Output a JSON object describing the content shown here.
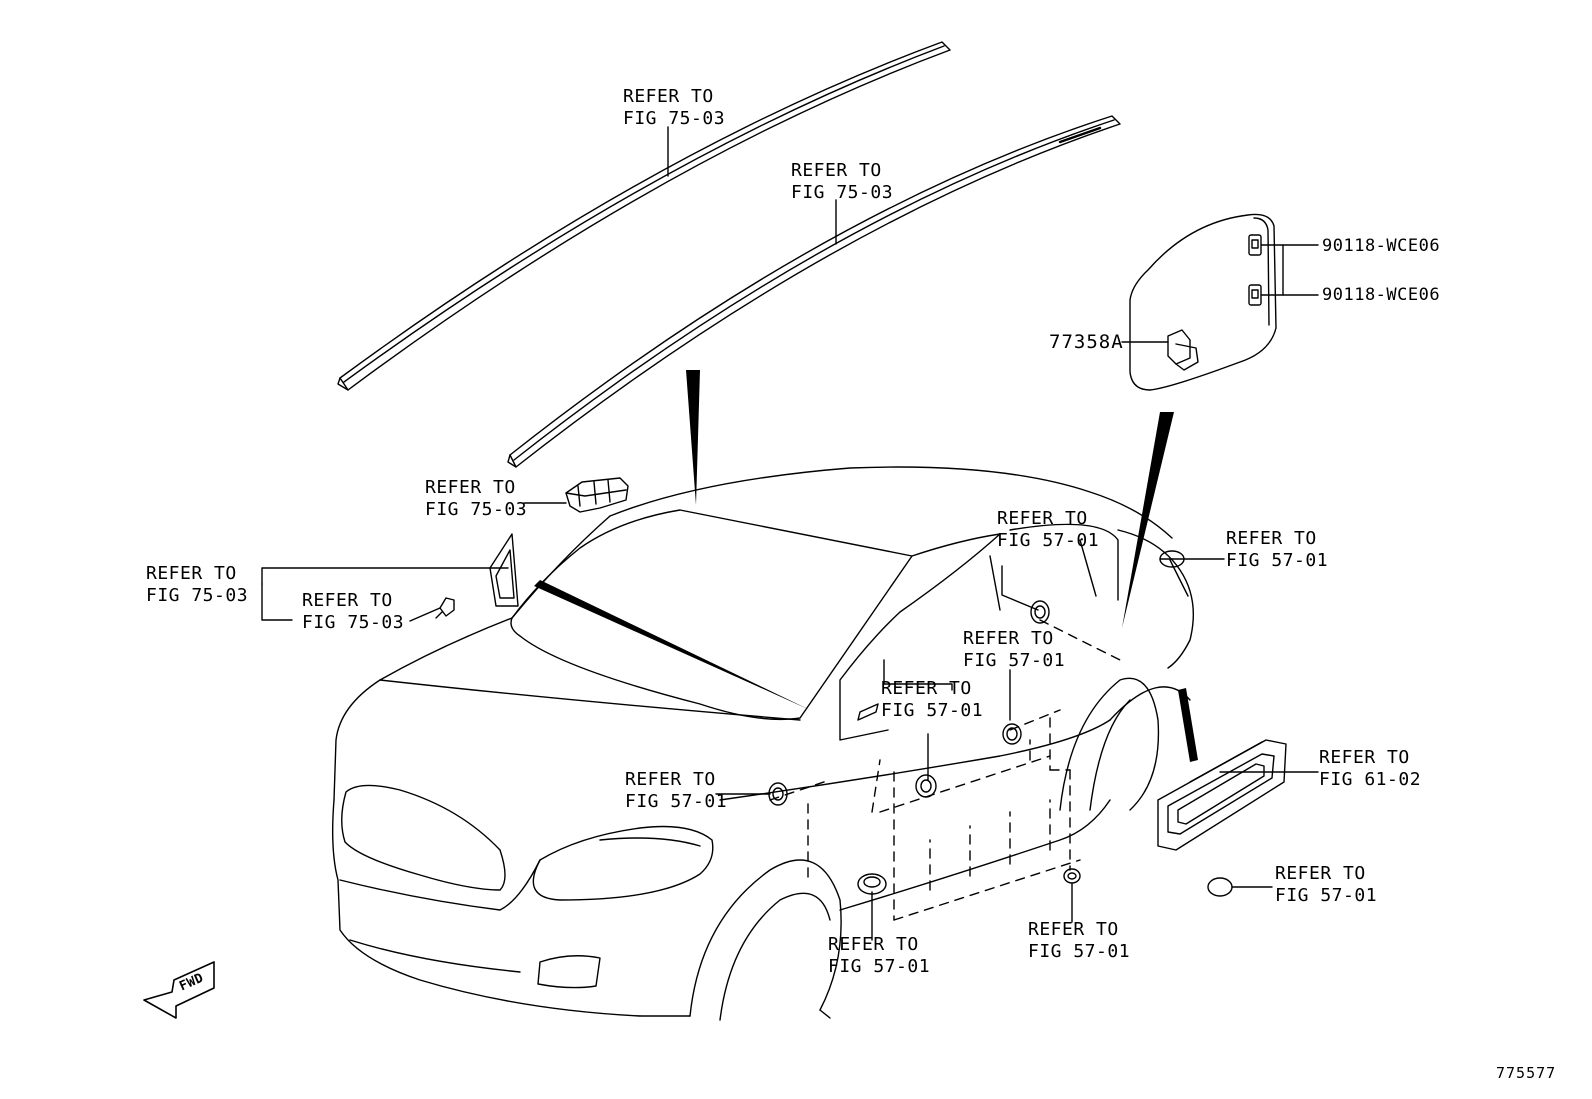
{
  "diagram": {
    "figure_id": "775577",
    "fwd_label": "FWD",
    "callouts": [
      {
        "id": "roof-molding-left",
        "line1": "REFER TO",
        "line2": "FIG 75-03"
      },
      {
        "id": "roof-molding-right",
        "line1": "REFER TO",
        "line2": "FIG 75-03"
      },
      {
        "id": "roof-clip",
        "line1": "REFER TO",
        "line2": "FIG 75-03"
      },
      {
        "id": "quarter-window-group",
        "line1": "REFER TO",
        "line2": "FIG 75-03"
      },
      {
        "id": "quarter-window-clip",
        "line1": "REFER TO",
        "line2": "FIG 75-03"
      },
      {
        "id": "pillar-plug-rear",
        "line1": "REFER TO",
        "line2": "FIG 57-01"
      },
      {
        "id": "rear-fender-plug",
        "line1": "REFER TO",
        "line2": "FIG 57-01"
      },
      {
        "id": "rocker-plug-mid",
        "line1": "REFER TO",
        "line2": "FIG 57-01"
      },
      {
        "id": "pillar-plug-front",
        "line1": "REFER TO",
        "line2": "FIG 57-01"
      },
      {
        "id": "front-fender-plug",
        "line1": "REFER TO",
        "line2": "FIG 57-01"
      },
      {
        "id": "outlet-duct",
        "line1": "REFER TO",
        "line2": "FIG 61-02"
      },
      {
        "id": "loose-plug",
        "line1": "REFER TO",
        "line2": "FIG 57-01"
      },
      {
        "id": "front-rocker-plug",
        "line1": "REFER TO",
        "line2": "FIG 57-01"
      },
      {
        "id": "rear-rocker-plug",
        "line1": "REFER TO",
        "line2": "FIG 57-01"
      }
    ],
    "parts": [
      {
        "id": "fuel-lid-bumper-upper",
        "number": "90118-WCE06"
      },
      {
        "id": "fuel-lid-bumper-lower",
        "number": "90118-WCE06"
      },
      {
        "id": "fuel-lid",
        "number": "77358A"
      }
    ]
  }
}
